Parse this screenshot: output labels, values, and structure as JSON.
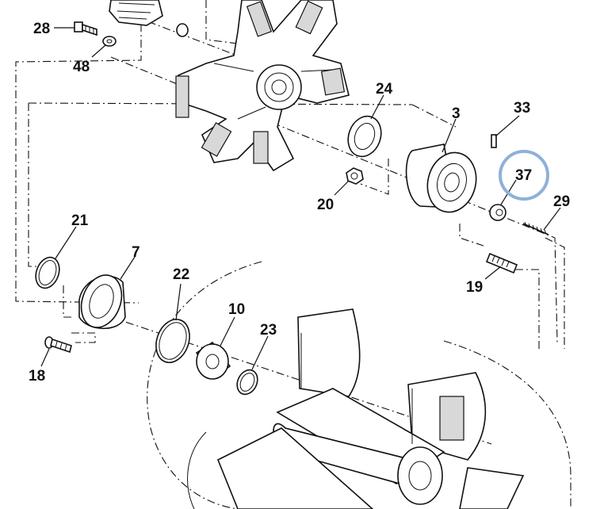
{
  "diagram": {
    "labels": {
      "p28": "28",
      "p48": "48",
      "p24": "24",
      "p3": "3",
      "p33": "33",
      "p37": "37",
      "p29": "29",
      "p20": "20",
      "p21": "21",
      "p7": "7",
      "p22": "22",
      "p10": "10",
      "p23": "23",
      "p19": "19",
      "p18": "18"
    },
    "highlight": {
      "part": "37",
      "color": "#8fb1d8"
    }
  }
}
